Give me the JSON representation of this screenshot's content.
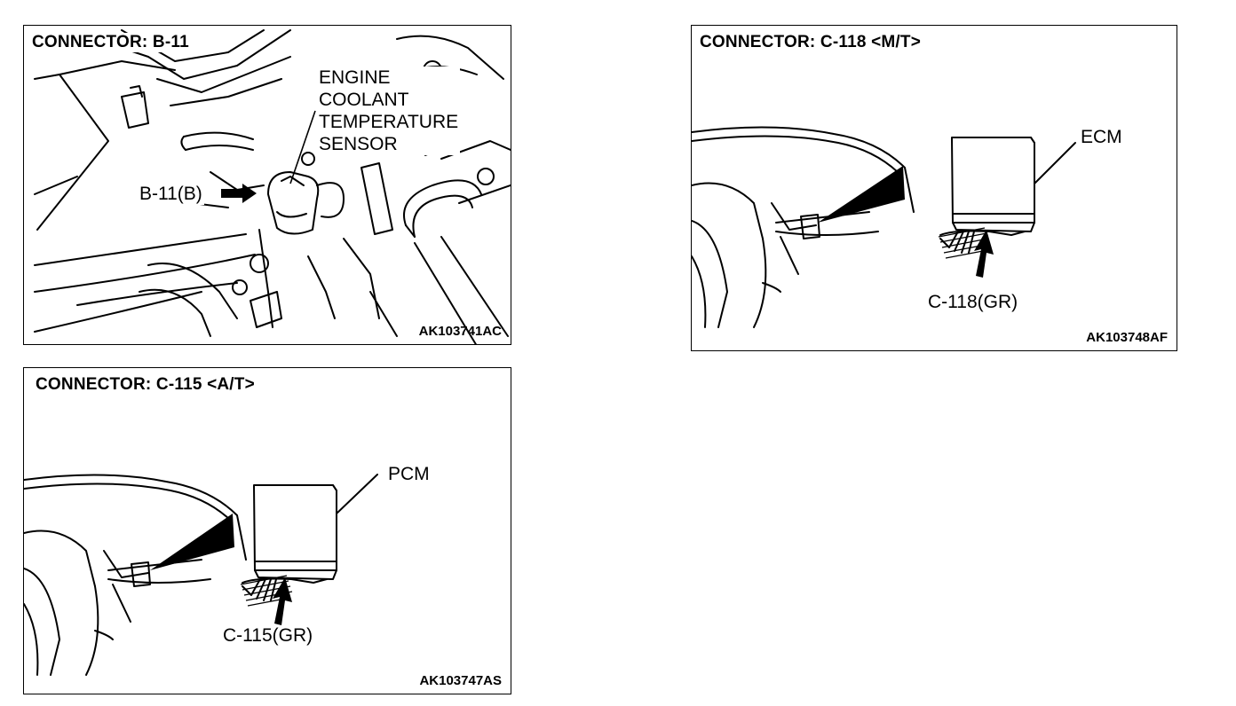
{
  "panels": {
    "b11": {
      "title": "CONNECTOR: B-11",
      "figure_id": "AK103741AC",
      "sensor_label_lines": [
        "ENGINE",
        "COOLANT",
        "TEMPERATURE",
        "SENSOR"
      ],
      "connector_label": "B-11(B)"
    },
    "c118": {
      "title": "CONNECTOR: C-118 <M/T>",
      "figure_id": "AK103748AF",
      "module_label": "ECM",
      "connector_label": "C-118(GR)"
    },
    "c115": {
      "title": "CONNECTOR: C-115 <A/T>",
      "figure_id": "AK103747AS",
      "module_label": "PCM",
      "connector_label": "C-115(GR)"
    }
  },
  "icons": {
    "pointer": "filled-arrow-icon"
  }
}
